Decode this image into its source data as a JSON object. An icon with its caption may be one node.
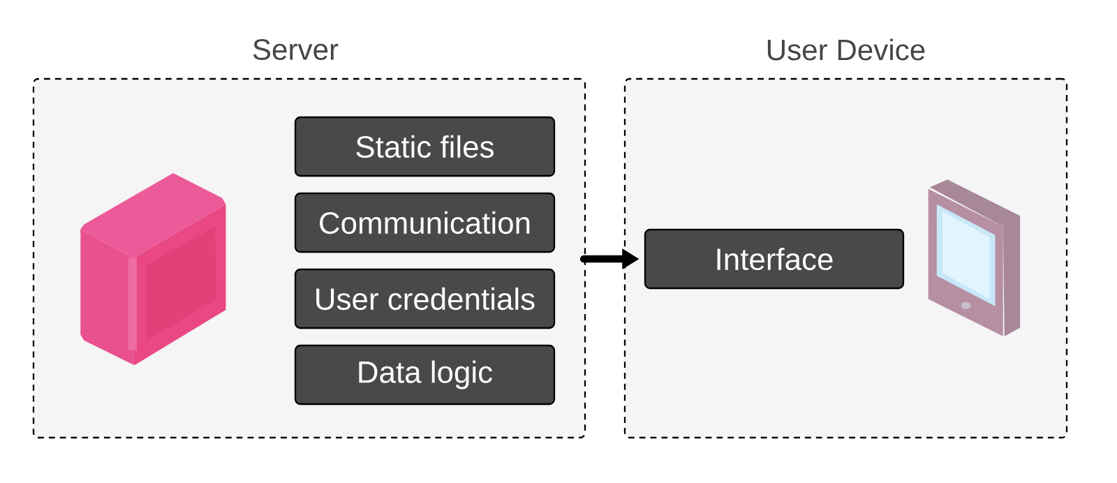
{
  "diagram": {
    "nodes": [
      {
        "text": [
          "Server"
        ]
      },
      {
        "text": [],
        "shape": "picture",
        "in": 0
      },
      {
        "text": [
          "Static files"
        ],
        "in": 0
      },
      {
        "text": [
          "Communication"
        ],
        "in": 0
      },
      {
        "text": [
          "User credentials"
        ],
        "in": 0
      },
      {
        "text": [
          "Data logic"
        ],
        "in": 0
      },
      {
        "text": [
          "User Device"
        ]
      },
      {
        "text": [
          "Interface"
        ],
        "in": 6
      },
      {
        "text": [],
        "shape": "picture",
        "in": 6
      }
    ],
    "edges": [
      {
        "from": 0,
        "to": 7,
        "arrow": "to"
      }
    ]
  }
}
